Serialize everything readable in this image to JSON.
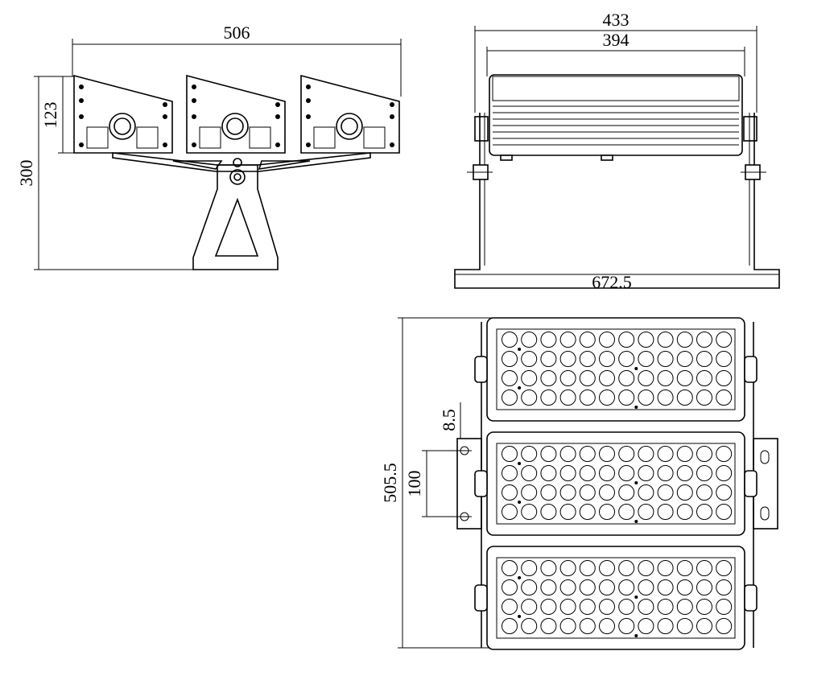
{
  "dimensions": {
    "front_width": "506",
    "module_height": "123",
    "total_height": "300",
    "side_outer_width": "433",
    "side_inner_width": "394",
    "bracket_width": "672.5",
    "top_total_length": "505.5",
    "hole_spacing": "100",
    "slot_offset": "8.5"
  },
  "led_grid": {
    "rows": 4,
    "cols": 12,
    "modules": 3
  }
}
